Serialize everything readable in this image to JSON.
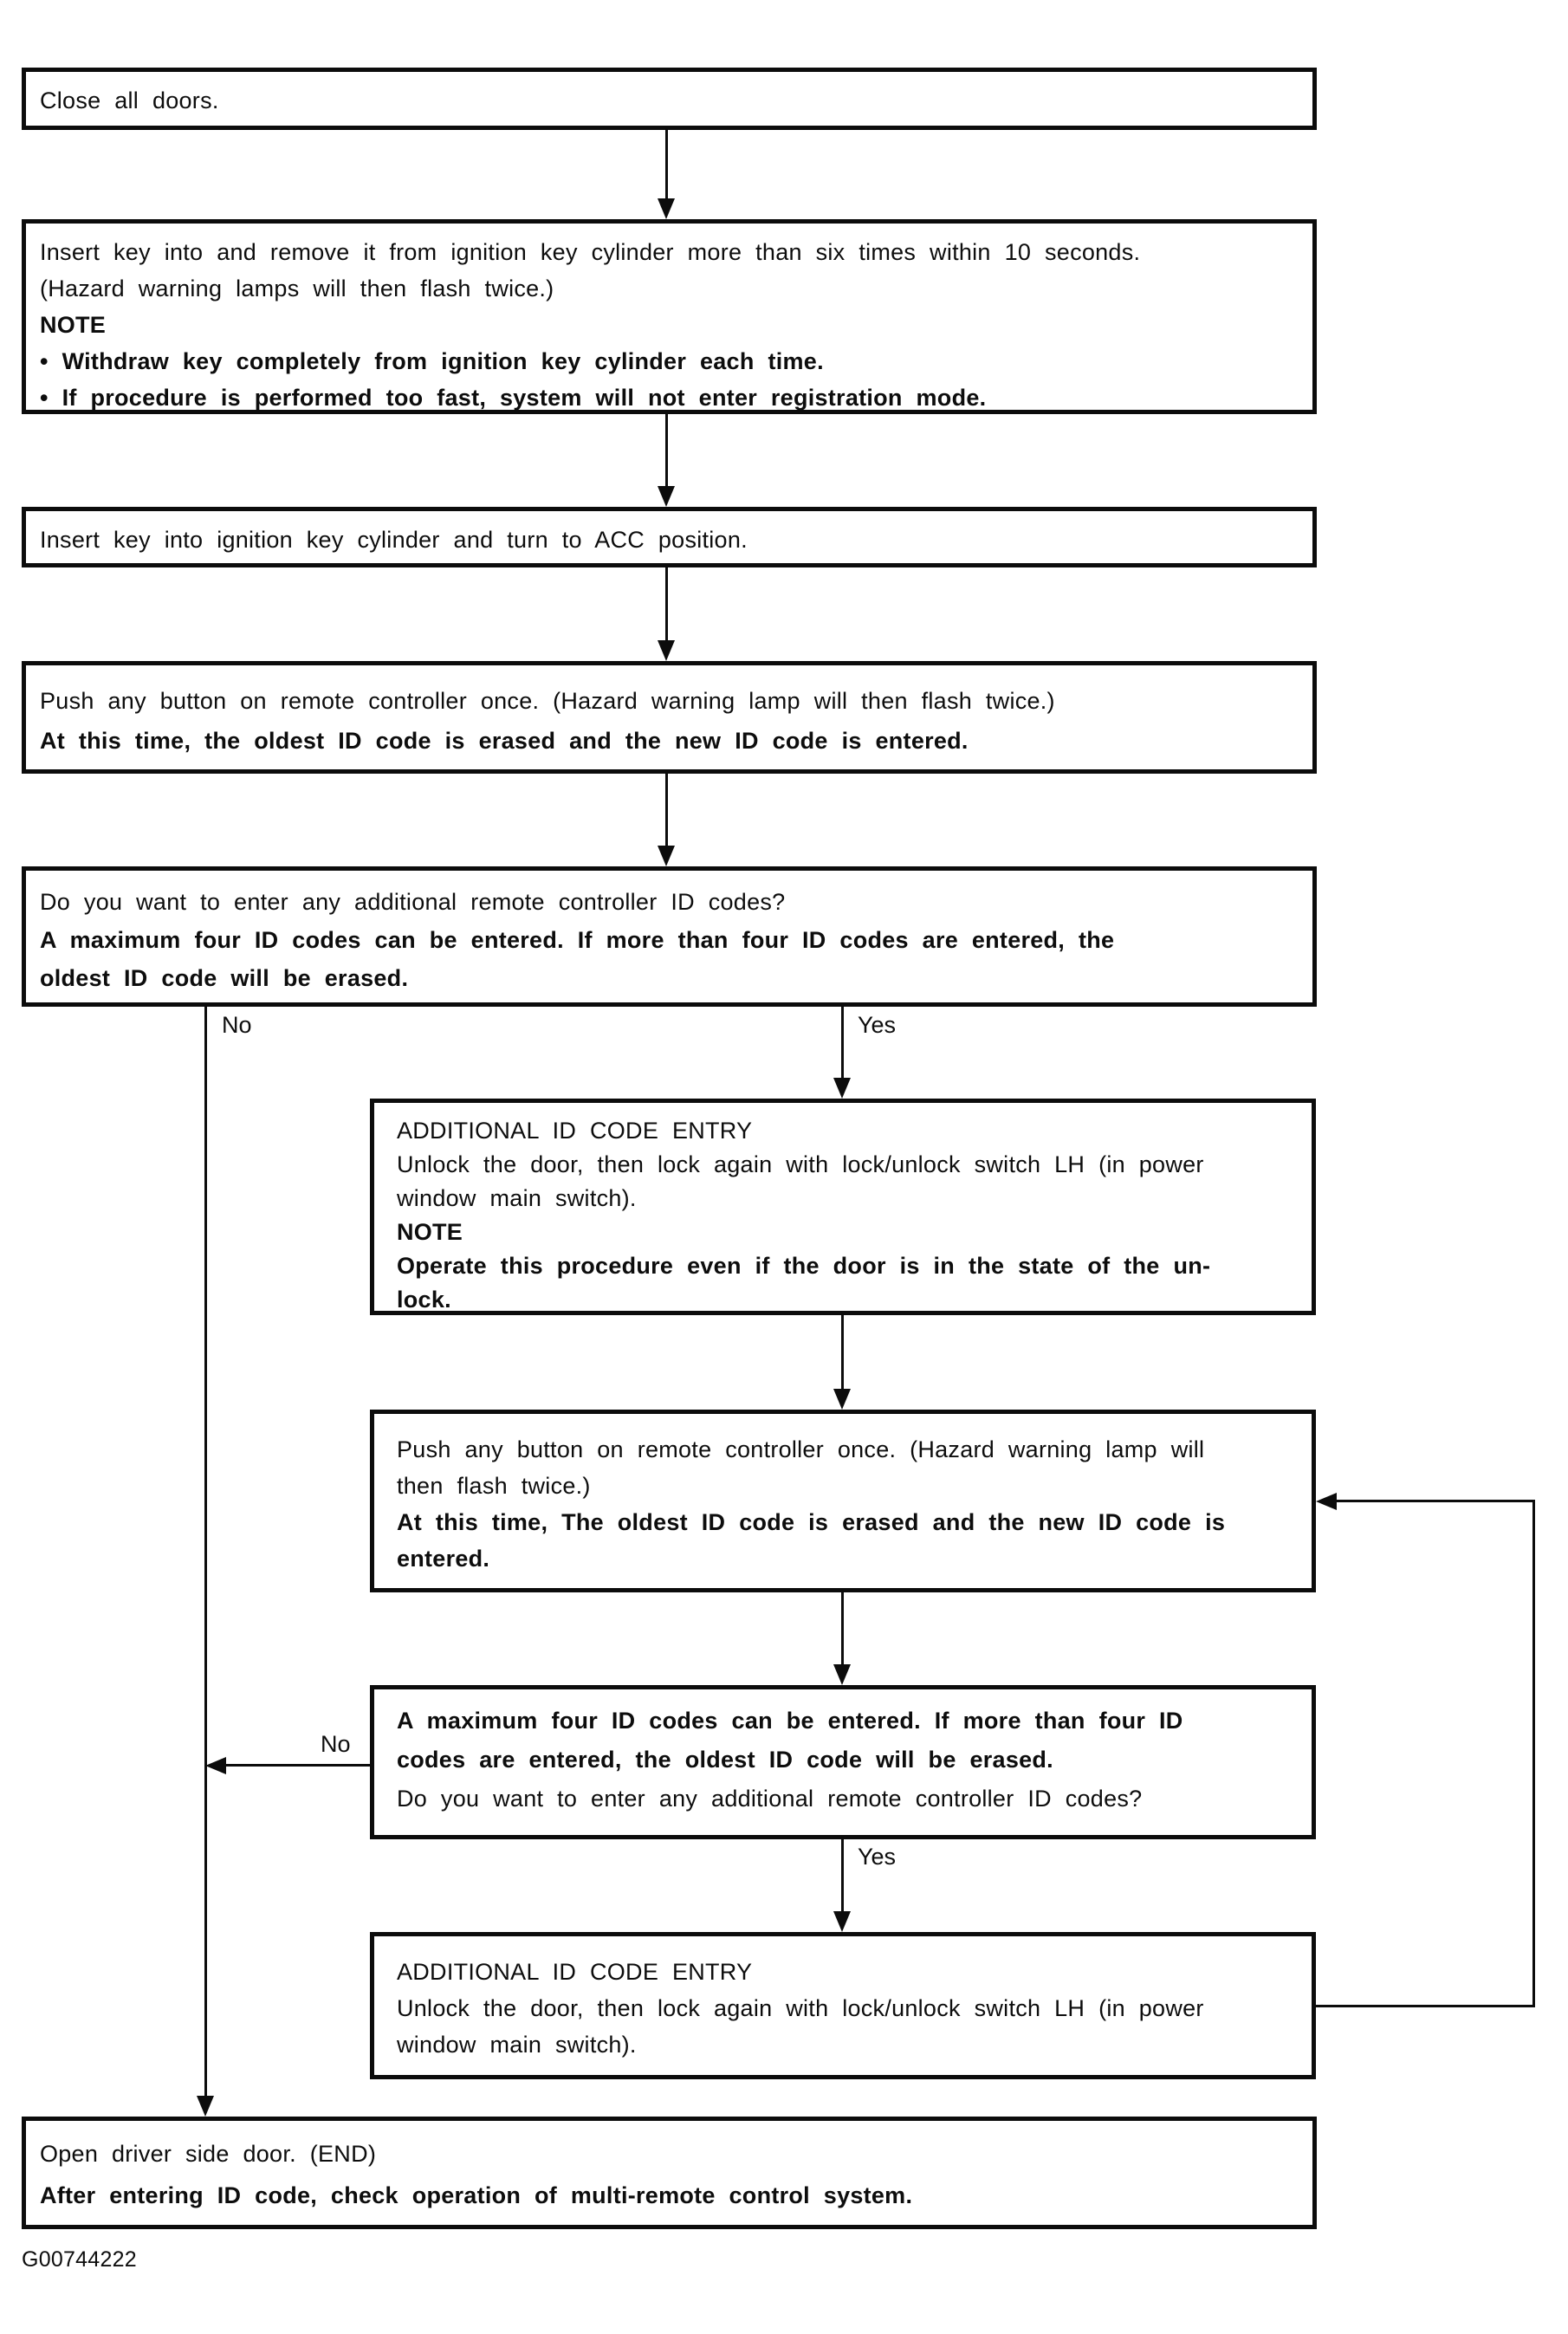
{
  "figure": {
    "code": "G00744222"
  },
  "branch_labels": {
    "no1": "No",
    "yes1": "Yes",
    "no2": "No",
    "yes2": "Yes"
  },
  "boxes": {
    "close_doors": {
      "lines": [
        "Close all doors."
      ]
    },
    "insert_remove_key": {
      "lines": [
        "Insert key into and remove it from ignition key cylinder more than six times within 10 seconds.",
        "(Hazard warning lamps will then flash twice.)",
        "NOTE",
        "• Withdraw key completely from ignition key cylinder each time.",
        "• If procedure is performed too fast, system will not enter registration mode."
      ]
    },
    "turn_to_acc": {
      "lines": [
        "Insert key into ignition key cylinder and turn to ACC position."
      ]
    },
    "push_button_first": {
      "lines": [
        "Push any button on remote controller once. (Hazard warning lamp will then flash twice.)",
        "At this time, the oldest ID code is erased and the new ID code is entered."
      ]
    },
    "decision_first": {
      "lines": [
        "Do you want to enter any additional remote controller ID codes?",
        "A maximum four ID codes can be entered. If more than four ID codes are entered, the",
        "oldest ID code will be erased."
      ]
    },
    "additional_entry_1": {
      "lines": [
        "ADDITIONAL ID CODE ENTRY",
        "Unlock the door, then lock again with lock/unlock switch LH (in power",
        "window main switch).",
        "NOTE",
        "Operate this procedure even if the door is in the state of the un-",
        "lock."
      ]
    },
    "push_button_loop": {
      "lines": [
        "Push any button on remote controller once. (Hazard warning lamp will",
        "then flash twice.)",
        "At this time, The oldest ID code is erased and the new ID code is",
        "entered."
      ]
    },
    "decision_loop": {
      "lines": [
        "A maximum four ID codes can be entered. If more than four ID",
        "codes are entered, the oldest ID code will be erased.",
        "Do you want to enter any additional remote controller ID codes?"
      ]
    },
    "additional_entry_2": {
      "lines": [
        "ADDITIONAL ID CODE ENTRY",
        "Unlock the door, then lock again with lock/unlock switch LH (in power",
        "window main switch)."
      ]
    },
    "open_door_end": {
      "lines": [
        "Open driver side door. (END)",
        "After entering ID code, check operation of multi-remote control system."
      ]
    }
  }
}
